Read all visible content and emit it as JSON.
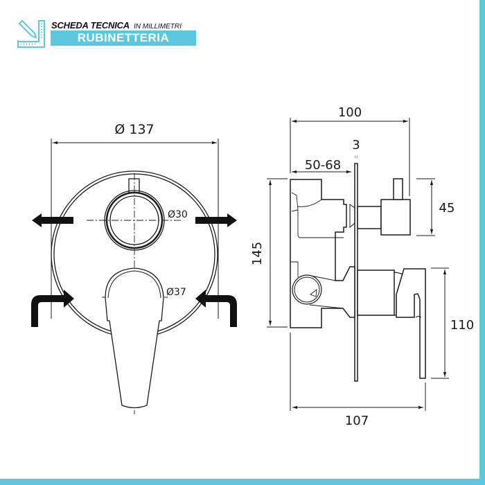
{
  "header": {
    "title": "SCHEDA TECNICA",
    "unit_note": "IN MILLIMETRI",
    "category": "RUBINETTERIA",
    "logo_icon": "ruler-pencil-icon"
  },
  "colors": {
    "accent": "#5bc8e0",
    "line": "#1a1a1a"
  },
  "front_view": {
    "plate_diameter": "Ø 137",
    "diverter_diameter": "Ø30",
    "lever_diameter": "Ø37",
    "arrows": [
      "outlet-left",
      "outlet-right",
      "inlet-left",
      "inlet-right"
    ]
  },
  "side_view": {
    "total_depth": "100",
    "wall_depth_range": "50-68",
    "plate_thickness": "3",
    "plate_thickness_small": "H",
    "diverter_height": "45",
    "body_height": "145",
    "lever_height": "110",
    "overall_depth": "107"
  }
}
